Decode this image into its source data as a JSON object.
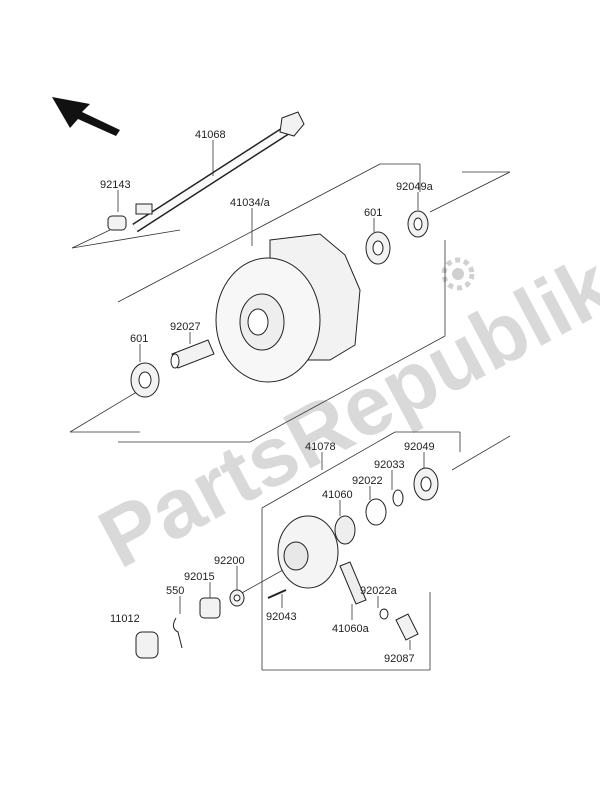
{
  "watermark": {
    "text": "PartsRepublik"
  },
  "parts": {
    "p41068": "41068",
    "p92143": "92143",
    "p41034a": "41034/a",
    "p92049a": "92049a",
    "p601_top": "601",
    "p92027": "92027",
    "p601_left": "601",
    "p41078": "41078",
    "p92049": "92049",
    "p92033": "92033",
    "p92022": "92022",
    "p41060": "41060",
    "p92200": "92200",
    "p92015": "92015",
    "p550": "550",
    "p11012": "11012",
    "p92043": "92043",
    "p92022a": "92022a",
    "p41060a": "41060a",
    "p92087": "92087"
  },
  "colors": {
    "line": "#333333",
    "part_fill": "#f2f2f2",
    "watermark": "#d9d9d9"
  }
}
